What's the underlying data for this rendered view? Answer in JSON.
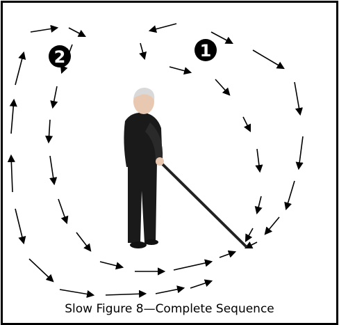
{
  "caption": "Slow Figure 8—Complete Sequence",
  "markers": [
    {
      "number": "1",
      "glyph": "➊"
    },
    {
      "number": "2",
      "glyph": "➋"
    }
  ],
  "colors": {
    "background": "#ffffff",
    "ink": "#000000",
    "border": "#000000",
    "suit": "#1a1a1a",
    "hair": "#d9d9d9",
    "skin": "#e8c8b0",
    "cane": "#222222"
  },
  "icons": {
    "marker_style": "black-circle-white-number",
    "arrows": "dashed-arrow-path",
    "figure": "standing-man-with-cane"
  }
}
